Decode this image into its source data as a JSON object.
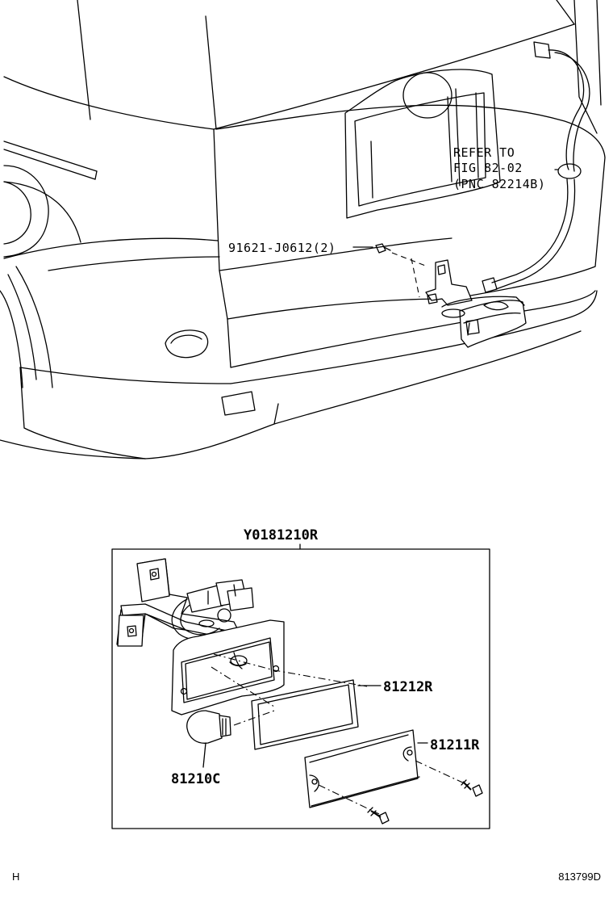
{
  "callouts": {
    "refer_line1": "REFER TO",
    "refer_line2": "FIG 82-02",
    "refer_line3": "(PNC 82214B)",
    "screw_part": "91621-J0612(2)",
    "assembly_part": "Y0181210R",
    "lens_gasket": "81212R",
    "lens": "81211R",
    "bulb": "81210C"
  },
  "footer": {
    "left_code": "H",
    "right_code": "813799D"
  }
}
